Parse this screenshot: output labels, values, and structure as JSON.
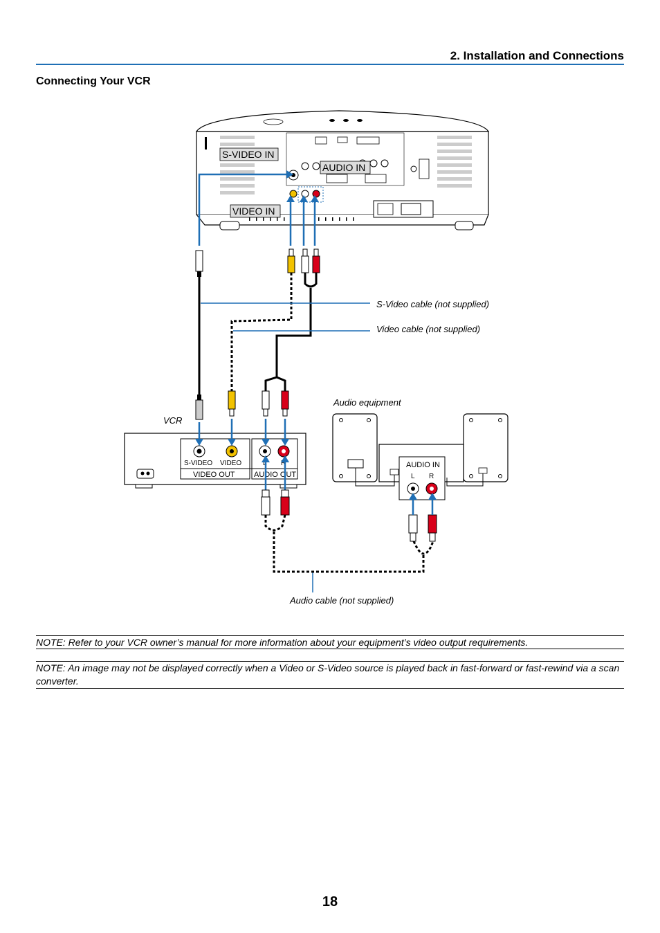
{
  "header": {
    "section_title": "2. Installation and Connections",
    "page_heading": "Connecting Your VCR"
  },
  "diagram": {
    "projector_labels": {
      "s_video_in": "S-VIDEO IN",
      "audio_in": "AUDIO IN",
      "video_in": "VIDEO IN"
    },
    "cable_labels": {
      "s_video_cable": "S-Video cable (not supplied)",
      "video_cable": "Video cable (not supplied)",
      "audio_cable": "Audio cable (not supplied)"
    },
    "vcr": {
      "label": "VCR",
      "s_video": "S-VIDEO",
      "video": "VIDEO",
      "video_out": "VIDEO OUT",
      "l": "L",
      "r": "R",
      "audio_out": "AUDIO OUT"
    },
    "audio_equipment": {
      "label": "Audio equipment",
      "audio_in": "AUDIO IN",
      "l": "L",
      "r": "R"
    },
    "colors": {
      "accent_blue": "#1f6fb5",
      "plug_yellow": "#f2c200",
      "plug_red": "#d8001a"
    }
  },
  "notes": [
    "NOTE: Refer to your VCR owner’s manual for more information about your equipment’s video output requirements.",
    "NOTE: An image may not be displayed correctly when a Video or S-Video source is played back in fast-forward or fast-rewind via a scan converter."
  ],
  "footer": {
    "page_number": "18"
  }
}
